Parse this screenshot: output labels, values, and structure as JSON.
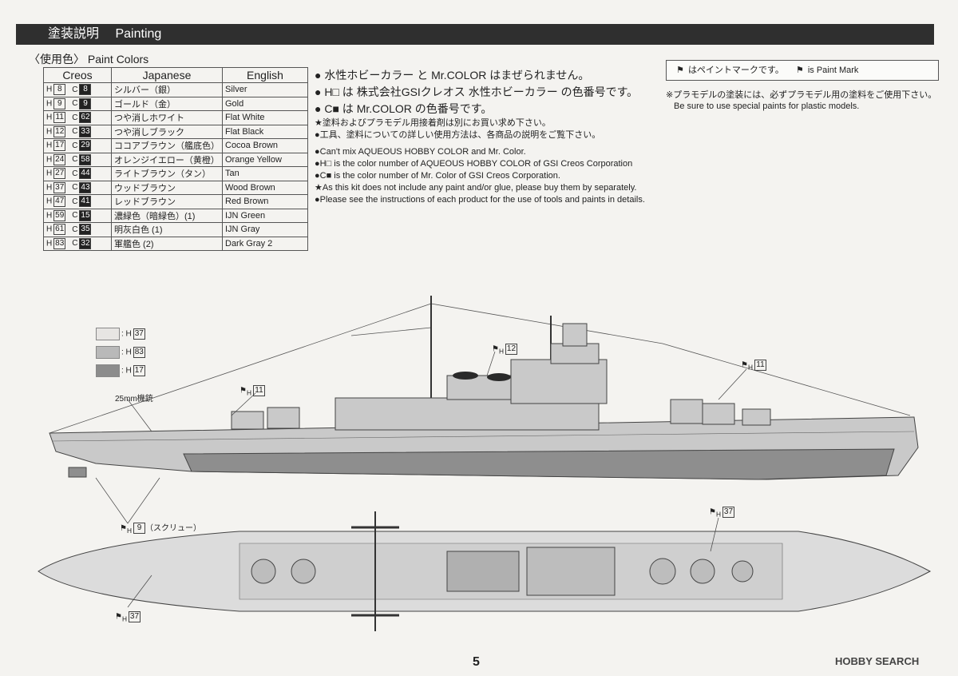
{
  "header": {
    "title_ja": "塗装説明",
    "title_en": "Painting"
  },
  "colors_title": "〈使用色〉 Paint Colors",
  "table": {
    "headers": [
      "Creos",
      "Japanese",
      "English"
    ],
    "rows": [
      {
        "h": "8",
        "c": "8",
        "ja": "シルバー（銀）",
        "en": "Silver"
      },
      {
        "h": "9",
        "c": "9",
        "ja": "ゴールド（金）",
        "en": "Gold"
      },
      {
        "h": "11",
        "c": "62",
        "ja": "つや消しホワイト",
        "en": "Flat White"
      },
      {
        "h": "12",
        "c": "33",
        "ja": "つや消しブラック",
        "en": "Flat Black"
      },
      {
        "h": "17",
        "c": "29",
        "ja": "ココアブラウン（艦底色）",
        "en": "Cocoa Brown"
      },
      {
        "h": "24",
        "c": "58",
        "ja": "オレンジイエロー（黄橙）",
        "en": "Orange Yellow"
      },
      {
        "h": "27",
        "c": "44",
        "ja": "ライトブラウン（タン）",
        "en": "Tan"
      },
      {
        "h": "37",
        "c": "43",
        "ja": "ウッドブラウン",
        "en": "Wood Brown"
      },
      {
        "h": "47",
        "c": "41",
        "ja": "レッドブラウン",
        "en": "Red Brown"
      },
      {
        "h": "59",
        "c": "15",
        "ja": "濃緑色（暗緑色）(1)",
        "en": "IJN Green"
      },
      {
        "h": "61",
        "c": "35",
        "ja": "明灰白色 (1)",
        "en": "IJN Gray"
      },
      {
        "h": "83",
        "c": "32",
        "ja": "軍艦色 (2)",
        "en": "Dark Gray 2"
      }
    ]
  },
  "info": {
    "line1": "● 水性ホビーカラー と Mr.COLOR はまぜられません。",
    "line2": "● H□ は 株式会社GSIクレオス 水性ホビーカラー の色番号です。",
    "line3": "● C■ は Mr.COLOR の色番号です。",
    "line4": "★塗料およびプラモデル用接着剤は別にお買い求め下さい。",
    "line5": "●工具、塗料についての詳しい使用方法は、各商品の説明をご覧下さい。",
    "line6": "●Can't mix AQUEOUS HOBBY COLOR and Mr. Color.",
    "line7": "●H□ is the color number of AQUEOUS HOBBY COLOR of GSI Creos Corporation",
    "line8": "●C■ is the color number of Mr. Color of GSI Creos Corporation.",
    "line9": "★As this kit does not include any paint and/or glue, please buy them by separately.",
    "line10": "●Please see the instructions of each product for the use of tools and paints in details."
  },
  "notes": {
    "mark_ja": "はペイントマークです。",
    "mark_en": "is Paint Mark",
    "advice_ja": "※プラモデルの塗装には、必ずプラモデル用の塗料をご使用下さい。",
    "advice_en": "Be sure to use special paints for plastic models."
  },
  "swatches": [
    {
      "code": "37",
      "color": "#e7e5e3"
    },
    {
      "code": "83",
      "color": "#b9b9b9"
    },
    {
      "code": "17",
      "color": "#8c8c8c"
    }
  ],
  "callouts": {
    "gun": "25mm機銃",
    "h11a": "11",
    "h12": "12",
    "h11b": "11",
    "h9": "9",
    "screw": "（スクリュー）",
    "h37a": "37",
    "h37b": "37"
  },
  "page_number": "5",
  "brand": "HOBBY SEARCH",
  "colors": {
    "hull": "#c9c9c9",
    "hull_bottom": "#8e8e8e",
    "deck": "#dcdcdc",
    "header_bg": "#2f2f2f"
  }
}
